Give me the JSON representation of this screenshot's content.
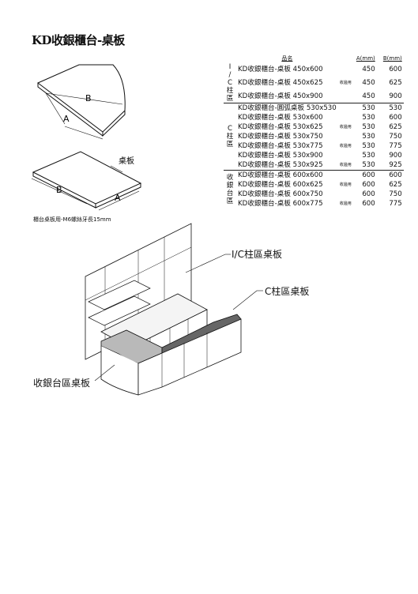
{
  "title": "KD收銀櫃台-桌板",
  "figure": {
    "dim_a": "A",
    "dim_b": "B",
    "top_label": "桌板",
    "caption": "櫃台桌板用-M6螺絲牙長15mm"
  },
  "table": {
    "headers": {
      "name": "品名",
      "a": "A(mm)",
      "b": "B(mm)"
    },
    "groups": [
      {
        "label": "I/C柱區",
        "rows": [
          {
            "name": "KD收銀櫃台-桌板 450x600",
            "note": "",
            "a": "450",
            "b": "600"
          },
          {
            "name": "KD收銀櫃台-桌板 450x625",
            "note": "收邊用",
            "a": "450",
            "b": "625"
          },
          {
            "name": "KD收銀櫃台-桌板 450x900",
            "note": "",
            "a": "450",
            "b": "900"
          }
        ]
      },
      {
        "label": "C柱區",
        "rows": [
          {
            "name": "KD收銀櫃台-圓弧桌板 530x530",
            "note": "",
            "a": "530",
            "b": "530"
          },
          {
            "name": "KD收銀櫃台-桌板 530x600",
            "note": "",
            "a": "530",
            "b": "600"
          },
          {
            "name": "KD收銀櫃台-桌板 530x625",
            "note": "收邊用",
            "a": "530",
            "b": "625"
          },
          {
            "name": "KD收銀櫃台-桌板 530x750",
            "note": "",
            "a": "530",
            "b": "750"
          },
          {
            "name": "KD收銀櫃台-桌板 530x775",
            "note": "收邊用",
            "a": "530",
            "b": "775"
          },
          {
            "name": "KD收銀櫃台-桌板 530x900",
            "note": "",
            "a": "530",
            "b": "900"
          },
          {
            "name": "KD收銀櫃台-桌板 530x925",
            "note": "收邊用",
            "a": "530",
            "b": "925"
          }
        ]
      },
      {
        "label": "收銀台區",
        "rows": [
          {
            "name": "KD收銀櫃台-桌板 600x600",
            "note": "",
            "a": "600",
            "b": "600"
          },
          {
            "name": "KD收銀櫃台-桌板 600x625",
            "note": "收邊用",
            "a": "600",
            "b": "625"
          },
          {
            "name": "KD收銀櫃台-桌板 600x750",
            "note": "",
            "a": "600",
            "b": "750"
          },
          {
            "name": "KD收銀櫃台-桌板 600x775",
            "note": "收邊用",
            "a": "600",
            "b": "775"
          }
        ]
      }
    ]
  },
  "callouts": {
    "ic": "I/C柱區桌板",
    "c": "C柱區桌板",
    "cashier": "收銀台區桌板"
  }
}
